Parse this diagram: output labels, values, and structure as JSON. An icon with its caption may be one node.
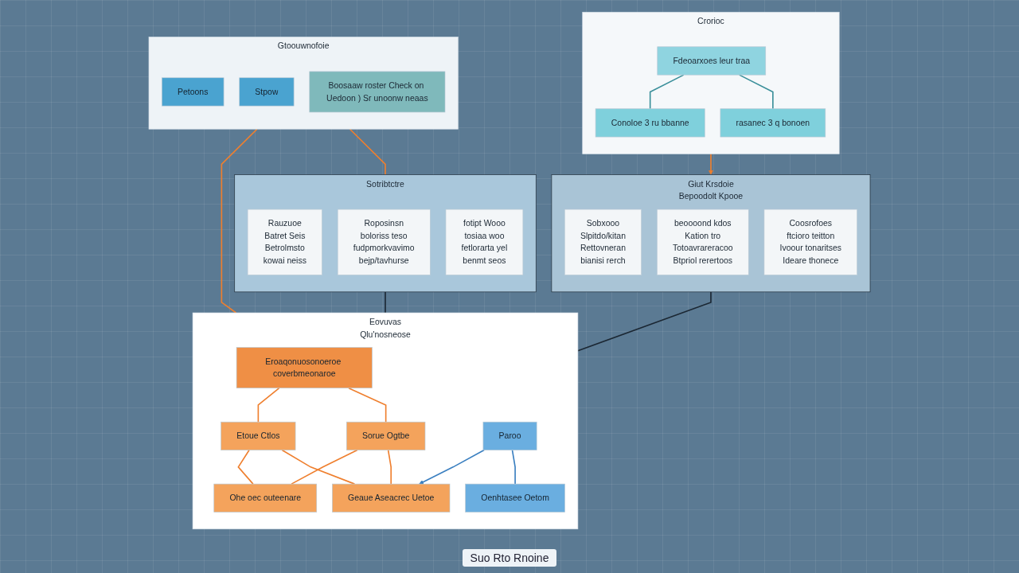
{
  "diagram": {
    "nodes": [
      {
        "text": [
          "Gtoouwnofoie"
        ]
      },
      {
        "text": [
          "Petoons"
        ],
        "in": 0
      },
      {
        "text": [
          "Stpow"
        ],
        "in": 0
      },
      {
        "text": [
          "Boosaaw roster Check on Uedoon ) Sr unoonw neaas"
        ],
        "in": 0
      },
      {
        "text": [
          "Sotribtctre"
        ]
      },
      {
        "text": [
          "Rauzuoe",
          "Batret Seis",
          "Betrolmsto",
          "kowai neiss"
        ],
        "in": 4
      },
      {
        "text": [
          "Roposinsn",
          "boloriss teso",
          "fudpmorkvavimo",
          "bejp/tavhurse"
        ],
        "in": 4
      },
      {
        "text": [
          "fotipt Wooo",
          "tosiaa woo",
          "fetlorarta yel",
          "benmt seos"
        ],
        "in": 4
      },
      {
        "text": [
          "Giut Krsdoie",
          "Bepoodolt Kpooe"
        ]
      },
      {
        "text": [
          "Sobxooo",
          "Slpitdo/kitan",
          "Rettovneran",
          "bianisi rerch"
        ],
        "in": 8
      },
      {
        "text": [
          "beoooond kdos",
          "Kation tro",
          "Totoavrareracoo",
          "Btpriol rerertoos"
        ],
        "in": 8
      },
      {
        "text": [
          "Coosrofoes",
          "ftcioro teitton",
          "Ivoour tonaritses",
          "Ideare thonece"
        ],
        "in": 8
      },
      {
        "text": [
          "Eovuvas",
          "Qlu'nosneose"
        ]
      },
      {
        "text": [
          "Eroaqonuosonoeroe coverbmeonaroe"
        ],
        "in": 12
      },
      {
        "text": [
          "Sorue Ogtbe"
        ],
        "in": 12
      },
      {
        "text": [
          "Etoue Ctlos"
        ],
        "in": 12
      },
      {
        "text": [
          "Paroo"
        ],
        "in": 12
      },
      {
        "text": [
          "Oenhtasee Oetom"
        ],
        "in": 12
      },
      {
        "text": [
          "Geaue Aseacrec Uetoe"
        ],
        "in": 12
      },
      {
        "text": [
          "Ohe oec outeenare"
        ],
        "in": 12
      },
      {
        "text": [
          "Crorioc"
        ]
      },
      {
        "text": [
          "Fdeoarxoes leur traa"
        ],
        "in": 20
      },
      {
        "text": [
          "Conoloe 3 ru bbanne"
        ],
        "in": 20
      },
      {
        "text": [
          "rasanec 3 q bonoen"
        ],
        "in": 20
      }
    ],
    "edges": [
      {
        "from": 0,
        "to": 4,
        "arrow": "none"
      },
      {
        "from": 0,
        "to": 12,
        "arrow": "none"
      },
      {
        "from": 4,
        "to": 12,
        "arrow": "none",
        "color": "#1b2733"
      },
      {
        "from": 8,
        "to": 12,
        "arrow": "none",
        "color": "#1b2733"
      },
      {
        "from": 20,
        "to": 8,
        "arrow": "to"
      },
      {
        "from": 13,
        "to": 14,
        "arrow": "none"
      },
      {
        "from": 13,
        "to": 15,
        "arrow": "none"
      },
      {
        "from": 14,
        "to": 18,
        "arrow": "none"
      },
      {
        "from": 14,
        "to": 19,
        "arrow": "none"
      },
      {
        "from": 15,
        "to": 18,
        "arrow": "none"
      },
      {
        "from": 15,
        "to": 19,
        "arrow": "none"
      },
      {
        "from": 16,
        "to": 17,
        "arrow": "none",
        "color": "#3a7fc0"
      },
      {
        "from": 16,
        "to": 18,
        "arrow": "to",
        "color": "#3a7fc0"
      },
      {
        "from": 21,
        "to": 22,
        "arrow": "none",
        "color": "#3a8f9a"
      },
      {
        "from": 21,
        "to": 23,
        "arrow": "none",
        "color": "#3a8f9a"
      }
    ],
    "labels": [
      "Suo Rto Rnoine"
    ]
  }
}
